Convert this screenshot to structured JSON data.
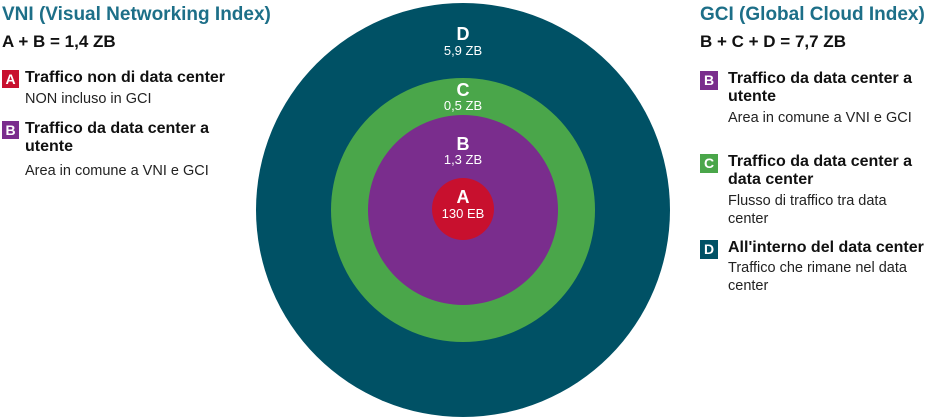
{
  "left": {
    "title": "VNI (Visual Networking Index)",
    "formula": "A + B = 1,4 ZB",
    "items": [
      {
        "letter": "A",
        "title": "Traffico non di data center",
        "desc": "NON incluso in GCI",
        "color": "#c8102e"
      },
      {
        "letter": "B",
        "title": "Traffico da data center a utente",
        "desc": "Area in comune a VNI e GCI",
        "color": "#7a2d8d"
      }
    ]
  },
  "right": {
    "title": "GCI (Global Cloud Index)",
    "formula": "B + C + D = 7,7 ZB",
    "items": [
      {
        "letter": "B",
        "title": "Traffico da data center a utente",
        "desc": "Area in comune a VNI e GCI",
        "color": "#7a2d8d"
      },
      {
        "letter": "C",
        "title": "Traffico da data center a data center",
        "desc": "Flusso di traffico tra data center",
        "color": "#4aa64a"
      },
      {
        "letter": "D",
        "title": "All'interno del data center",
        "desc": "Traffico che rimane nel data center",
        "color": "#005165"
      }
    ]
  },
  "rings": [
    {
      "letter": "D",
      "value": "5,9 ZB",
      "color": "#005165"
    },
    {
      "letter": "C",
      "value": "0,5 ZB",
      "color": "#4aa64a"
    },
    {
      "letter": "B",
      "value": "1,3 ZB",
      "color": "#7a2d8d"
    },
    {
      "letter": "A",
      "value": "130 EB",
      "color": "#c8102e"
    }
  ]
}
